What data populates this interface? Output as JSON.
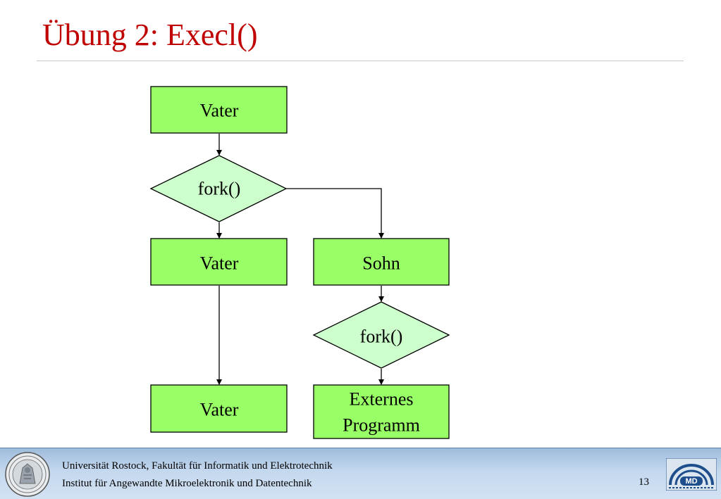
{
  "slide": {
    "title": "Übung 2: Execl()"
  },
  "flowchart": {
    "nodes": {
      "vater_top": "Vater",
      "fork_1": "fork()",
      "vater_mid": "Vater",
      "sohn": "Sohn",
      "fork_2": "fork()",
      "vater_bottom": "Vater",
      "externes_line1": "Externes",
      "externes_line2": "Programm"
    },
    "colors": {
      "process_fill": "#99ff66",
      "decision_fill": "#ccffcc",
      "stroke": "#000000"
    }
  },
  "footer": {
    "line1": "Universität Rostock, Fakultät für Informatik und Elektrotechnik",
    "line2": "Institut für Angewandte Mikroelektronik und Datentechnik",
    "page_number": "13",
    "logo_text": "MD",
    "background": "#c4d8ee"
  }
}
